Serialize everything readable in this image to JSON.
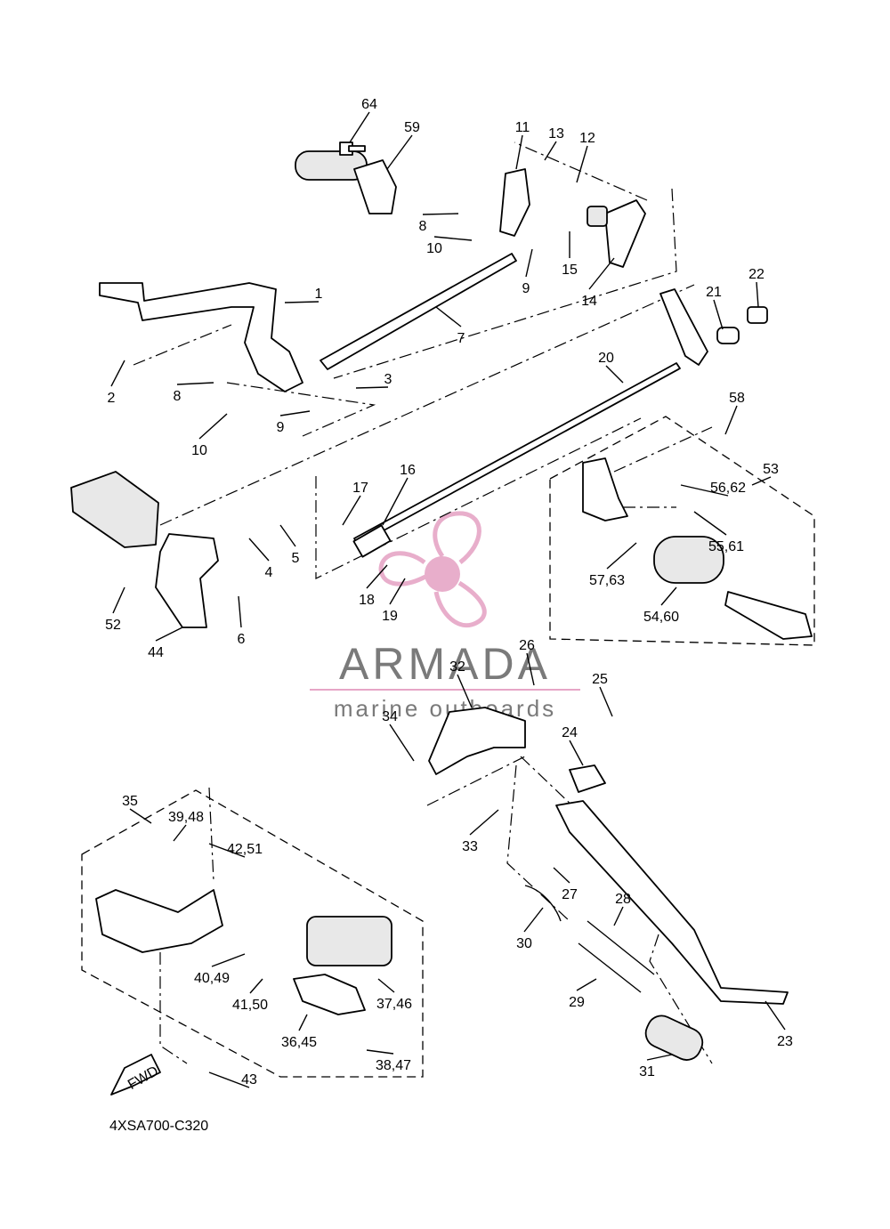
{
  "diagram_code": "4XSA700-C320",
  "fwd_label": "FWD",
  "watermark": {
    "brand": "ARMADA",
    "tagline": "marine outboards",
    "accent_color": "#e6a6c6",
    "text_color": "#7a7a7a"
  },
  "callouts": [
    "64",
    "59",
    "11",
    "13",
    "12",
    "8",
    "10",
    "9",
    "15",
    "14",
    "1",
    "7",
    "21",
    "22",
    "2",
    "8",
    "10",
    "9",
    "3",
    "20",
    "58",
    "53",
    "17",
    "16",
    "56,62",
    "55,61",
    "5",
    "4",
    "18",
    "19",
    "57,63",
    "54,60",
    "52",
    "6",
    "44",
    "26",
    "32",
    "25",
    "34",
    "24",
    "35",
    "39,48",
    "42,51",
    "33",
    "27",
    "30",
    "28",
    "40,49",
    "41,50",
    "37,46",
    "29",
    "23",
    "36,45",
    "38,47",
    "43",
    "31"
  ]
}
